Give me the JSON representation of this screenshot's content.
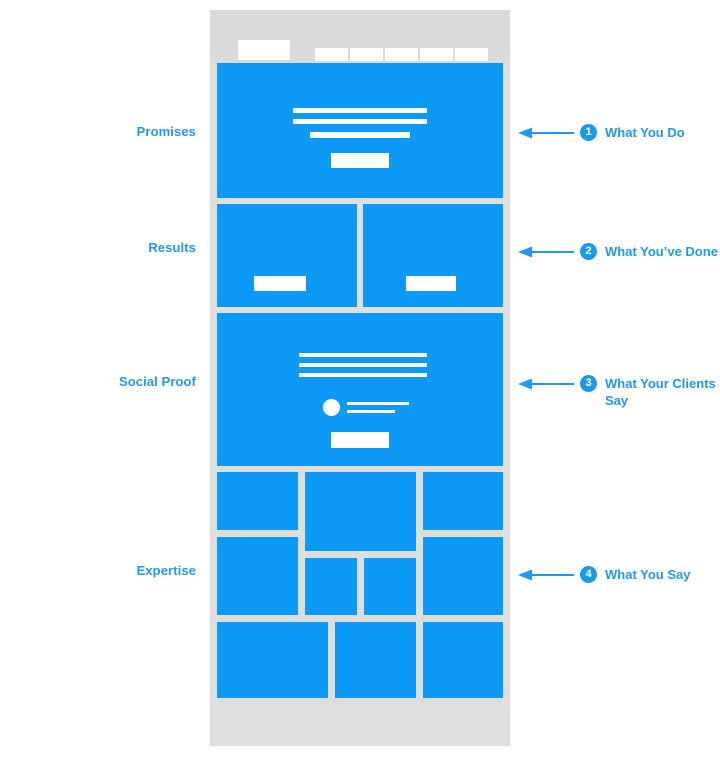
{
  "diagram": {
    "background_color": "#ffffff",
    "accent_blue": "#0d99f7",
    "label_blue": "#2196f3",
    "wireframe_gray": "#dedede",
    "block_white": "#ffffff"
  },
  "section_labels": [
    {
      "label": "Promises"
    },
    {
      "label": "Results"
    },
    {
      "label": "Social Proof"
    },
    {
      "label": "Expertise"
    }
  ],
  "annotations": [
    {
      "number": "1",
      "label": "What You Do",
      "arrow": "arrow-left-icon"
    },
    {
      "number": "2",
      "label": "What You’ve Done",
      "arrow": "arrow-left-icon"
    },
    {
      "number": "3",
      "label": "What Your Clients Say",
      "arrow": "arrow-left-icon"
    },
    {
      "number": "4",
      "label": "What You Say",
      "arrow": "arrow-left-icon"
    }
  ],
  "wireframe": {
    "nav": {
      "logo": "logo-placeholder",
      "items": [
        "nav-placeholder-1",
        "nav-placeholder-2",
        "nav-placeholder-3",
        "nav-placeholder-4",
        "nav-placeholder-5"
      ],
      "cta": "cta-placeholder"
    },
    "hero": {
      "text_lines": 3,
      "button": "hero-button-placeholder"
    },
    "results": {
      "cards": [
        {
          "button": "card-button-placeholder"
        },
        {
          "button": "card-button-placeholder"
        }
      ]
    },
    "social_proof": {
      "text_lines": 3,
      "avatar": "avatar-circle",
      "quote_lines": 2,
      "button": "proof-button-placeholder"
    },
    "expertise": {
      "tiles": 10
    },
    "footer": "footer-placeholder"
  }
}
